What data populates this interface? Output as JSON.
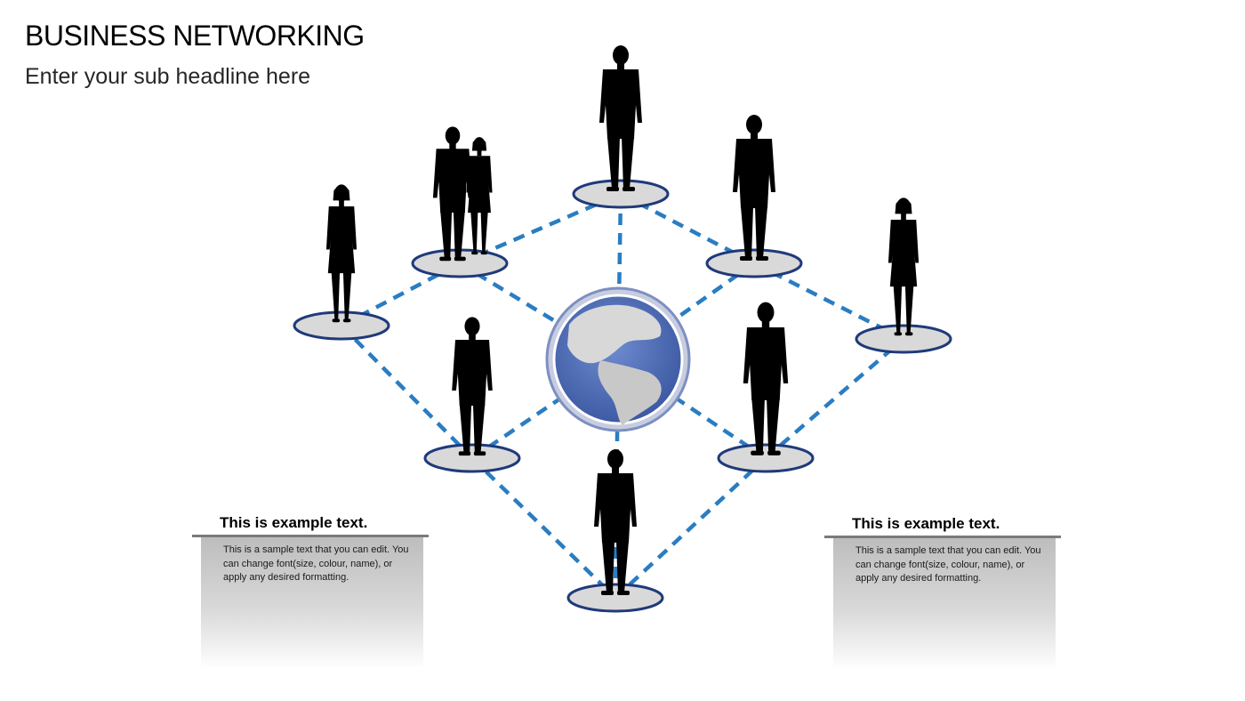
{
  "slide": {
    "title": "BUSINESS NETWORKING",
    "subtitle": "Enter your sub headline here"
  },
  "colors": {
    "link_dash": "#2a7dc2",
    "platform_fill": "#d9d9d9",
    "platform_stroke": "#1f3a7a",
    "globe_ocean": "#4f6db3",
    "globe_land": "#d8d8d8",
    "globe_ring": "#9aa8cc",
    "silhouette": "#000000"
  },
  "network": {
    "center": {
      "name": "globe",
      "icon": "globe-icon"
    },
    "nodes": [
      {
        "id": "top",
        "figure": "businessman-hands-in-pockets"
      },
      {
        "id": "upper-left",
        "figure": "business-couple"
      },
      {
        "id": "upper-right",
        "figure": "businessman-arms-down"
      },
      {
        "id": "left",
        "figure": "businesswoman-thinking"
      },
      {
        "id": "right",
        "figure": "businesswoman-standing"
      },
      {
        "id": "lower-left",
        "figure": "businessman-with-briefcase"
      },
      {
        "id": "lower-right",
        "figure": "businessman-with-tablet"
      },
      {
        "id": "bottom",
        "figure": "businessman-standing"
      }
    ]
  },
  "boxes": [
    {
      "title": "This is example text.",
      "body": "This is a sample text that you can edit. You can change font(size, colour, name), or apply any desired formatting."
    },
    {
      "title": "This is example text.",
      "body": "This is a sample text that you can edit. You can change font(size, colour, name), or apply any desired formatting."
    }
  ]
}
